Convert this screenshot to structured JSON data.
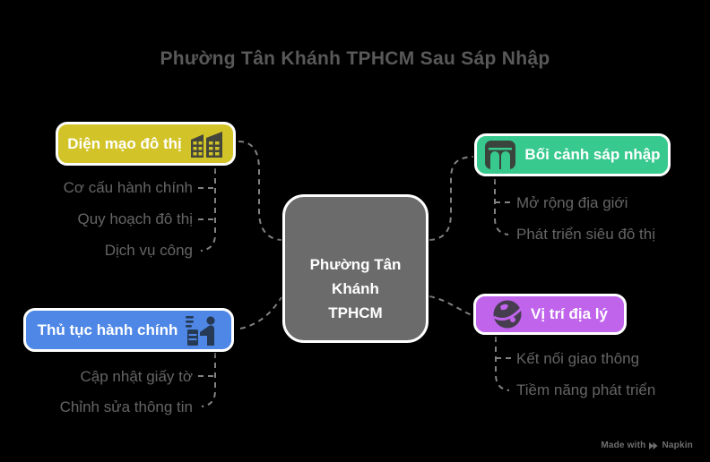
{
  "title": "Phường Tân Khánh TPHCM Sau Sáp Nhập",
  "center_node": {
    "lines": [
      "Phường Tân",
      "Khánh",
      "TPHCM"
    ],
    "color": "#6b6b6b"
  },
  "branches": [
    {
      "label": "Diện mạo đô thị",
      "color": "#d2c428",
      "icon": "city-buildings-icon",
      "position": "top-left",
      "items": [
        "Cơ cấu hành chính",
        "Quy hoạch đô thị",
        "Dịch vụ công"
      ]
    },
    {
      "label": "Thủ tục hành chính",
      "color": "#4e87e6",
      "icon": "service-desk-icon",
      "position": "bottom-left",
      "items": [
        "Cập nhật giấy tờ",
        "Chỉnh sửa thông tin"
      ]
    },
    {
      "label": "Bối cảnh sáp nhập",
      "color": "#37c98e",
      "icon": "merge-building-icon",
      "position": "top-right",
      "items": [
        "Mở rộng địa giới",
        "Phát triển siêu đô thị"
      ]
    },
    {
      "label": "Vị trí địa lý",
      "color": "#c064ec",
      "icon": "globe-icon",
      "position": "bottom-right",
      "items": [
        "Kết nối giao thông",
        "Tiềm năng phát triển"
      ]
    }
  ],
  "watermark": {
    "prefix": "Made with",
    "brand": "Napkin"
  },
  "palette": {
    "background": "#000000",
    "title_text": "#595959",
    "subitem_text": "#656565",
    "connector": "#828282",
    "node_text": "#ffffff"
  }
}
